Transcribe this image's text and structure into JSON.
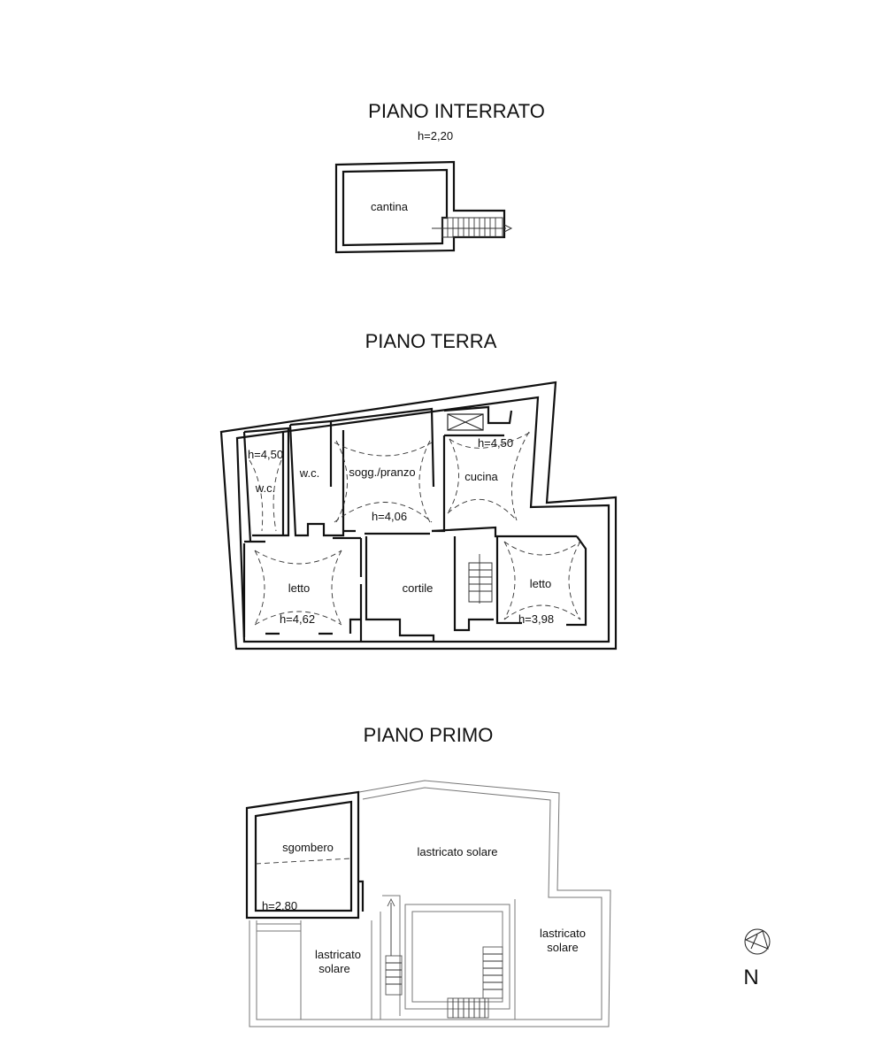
{
  "floors": {
    "basement": {
      "title": "PIANO INTERRATO",
      "height": "h=2,20",
      "rooms": {
        "cantina": "cantina"
      }
    },
    "ground": {
      "title": "PIANO TERRA",
      "rooms": {
        "wc_left": "w.c.",
        "wc_center": "w.c.",
        "soggiorno": "sogg./pranzo",
        "cucina": "cucina",
        "letto_left": "letto",
        "cortile": "cortile",
        "letto_right": "letto"
      },
      "heights": {
        "wc": "h=4,50",
        "cucina": "h=4,50",
        "soggiorno": "h=4,06",
        "letto_left": "h=4,62",
        "letto_right": "h=3,98"
      }
    },
    "first": {
      "title": "PIANO PRIMO",
      "rooms": {
        "sgombero": "sgombero",
        "lastricato_top": "lastricato solare",
        "lastricato_right_1": "lastricato",
        "lastricato_right_2": "solare",
        "lastricato_left_1": "lastricato",
        "lastricato_left_2": "solare"
      },
      "heights": {
        "sgombero": "h=2,80"
      }
    }
  },
  "compass": {
    "label": "N"
  }
}
